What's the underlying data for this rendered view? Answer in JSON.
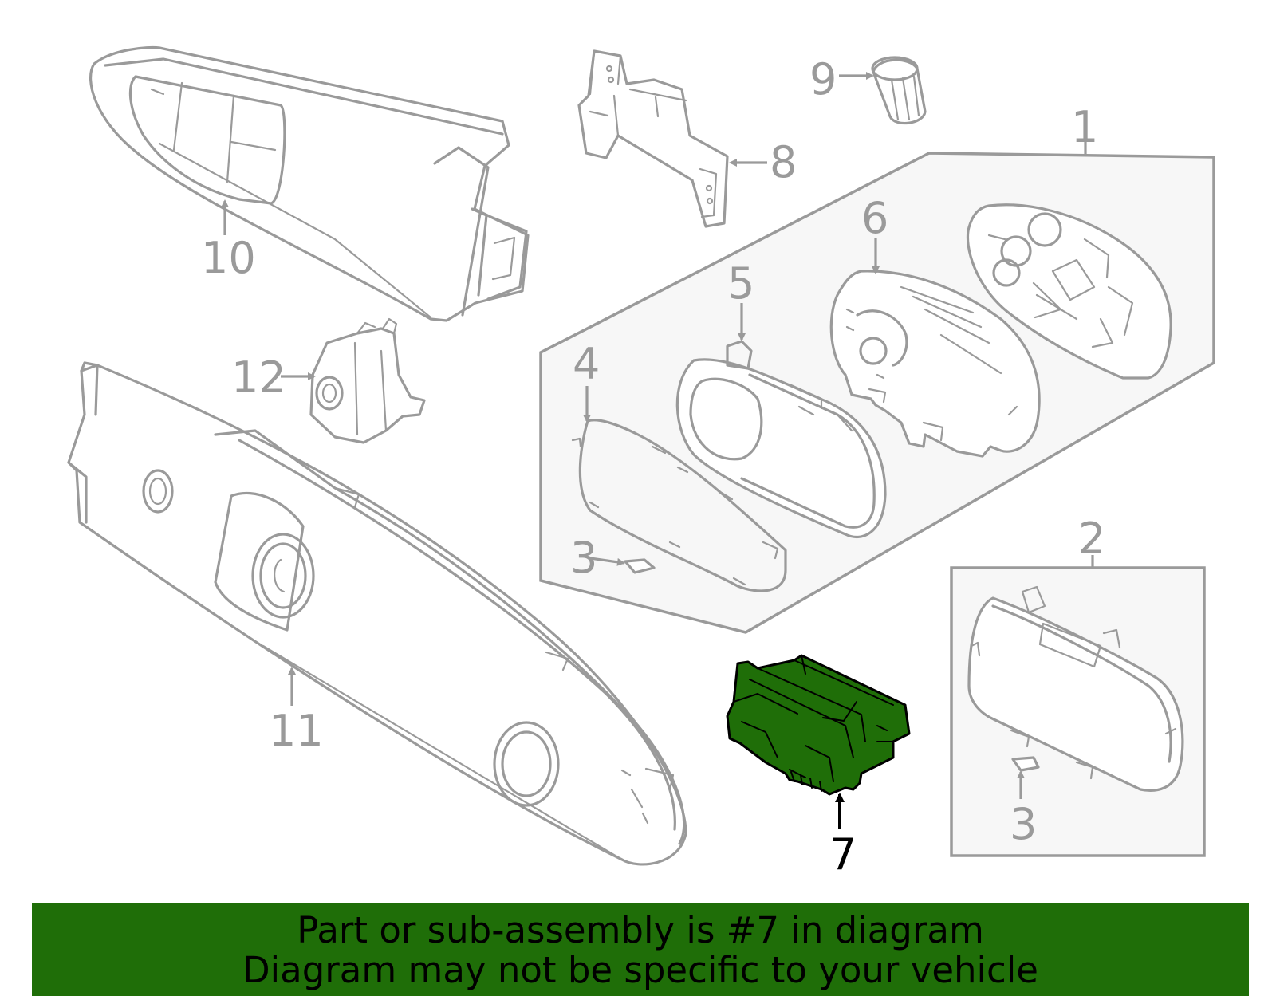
{
  "callouts": {
    "c1": "1",
    "c2": "2",
    "c3a": "3",
    "c3b": "3",
    "c4": "4",
    "c5": "5",
    "c6": "6",
    "c7": "7",
    "c8": "8",
    "c9": "9",
    "c10": "10",
    "c11": "11",
    "c12": "12"
  },
  "highlight_color": "#1f6e08",
  "banner": {
    "line1": "Part or sub-assembly is #7 in diagram",
    "line2": "Diagram may not be specific to your vehicle"
  }
}
